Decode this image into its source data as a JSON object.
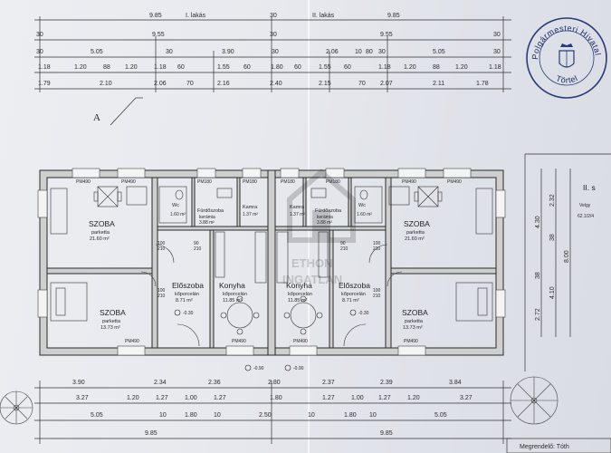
{
  "header": {
    "flat_1": "I. lakás",
    "flat_2": "II. lakás",
    "flat_1_width": "9.85",
    "flat_2_width": "9.85",
    "mid_30": "30",
    "rows": [
      [
        "30",
        "9.55",
        "30",
        "9.55",
        "30"
      ],
      [
        "30",
        "5.05",
        "30",
        "3.90",
        "30",
        "2.06",
        "10",
        "80",
        "30",
        "5.05",
        "30"
      ],
      [
        "1.18",
        "1.20",
        "88",
        "1.20",
        "1.18",
        "60",
        "1.55",
        "60",
        "1.80",
        "60",
        "1.55",
        "60",
        "1.18",
        "1.20",
        "88",
        "1.20",
        "1.18"
      ],
      [
        "1.79",
        "2.10",
        "2.06",
        "70",
        "2.16",
        "2.40",
        "2.15",
        "70",
        "2.07",
        "2.11",
        "1.78"
      ]
    ]
  },
  "section_marker": "A",
  "rooms": {
    "szoba_top_left": {
      "name": "SZOBA",
      "floor": "parketta",
      "area": "21.60 m²"
    },
    "szoba_top_right": {
      "name": "SZOBA",
      "floor": "parketta",
      "area": "21.60 m²"
    },
    "szoba_bottom_left": {
      "name": "SZOBA",
      "floor": "parketta",
      "area": "13.73 m²"
    },
    "szoba_bottom_right": {
      "name": "SZOBA",
      "floor": "parketta",
      "area": "13.73 m²"
    },
    "eloszoba_left": {
      "name": "Előszoba",
      "floor": "kőporcelán",
      "area": "8.71 m²"
    },
    "eloszoba_right": {
      "name": "Előszoba",
      "floor": "kőporcelán",
      "area": "8.71 m²"
    },
    "konyha_left": {
      "name": "Konyha",
      "floor": "kőporcelán",
      "area": "11.85 m²"
    },
    "konyha_right": {
      "name": "Konyha",
      "floor": "kőporcelán",
      "area": "11.85 m²"
    },
    "furdo_left": {
      "name": "Fürdőszoba",
      "floor": "kerámia",
      "area": "3.88 m²"
    },
    "furdo_right": {
      "name": "Fürdőszoba",
      "floor": "kerámia",
      "area": "3.88 m²"
    },
    "wc_left": {
      "name": "Wc",
      "area": "1.60 m²"
    },
    "wc_right": {
      "name": "Wc",
      "area": "1.60 m²"
    },
    "kamra_left": {
      "name": "Kamra",
      "area": "1.37 m²"
    },
    "kamra_right": {
      "name": "Kamra",
      "area": "1.37 m²"
    }
  },
  "windows": [
    "PM490",
    "PM490",
    "PM180",
    "PM180",
    "PM180",
    "PM180",
    "PM490",
    "PM490",
    "PM490",
    "PM490",
    "PM490",
    "PM490"
  ],
  "openings": [
    "100",
    "210",
    "100",
    "210",
    "90",
    "210",
    "90",
    "210",
    "100",
    "210",
    "100",
    "210"
  ],
  "levels": {
    "front": "-0.30",
    "front_right": "-0.30",
    "entry": "-0.90",
    "entry_right": "-0.90"
  },
  "footer": {
    "rows": [
      [
        "3.90",
        "2.34",
        "2.36",
        "2.80",
        "2.37",
        "2.39",
        "3.84"
      ],
      [
        "3.27",
        "1.20",
        "1.27",
        "1.00",
        "1.27",
        "1.80",
        "1.27",
        "1.00",
        "1.27",
        "1.20",
        "3.27"
      ],
      [
        "5.05",
        "10",
        "1.80",
        "10",
        "2.50",
        "10",
        "1.80",
        "10",
        "5.05"
      ],
      [
        "9.85",
        "9.85"
      ]
    ],
    "caption": "Megrendelő: Tóth"
  },
  "right_panel": {
    "title": "II. s",
    "dims": [
      "4.30",
      "2.32",
      "38",
      "8.00",
      "4.10",
      "38",
      "2.72"
    ],
    "notes": [
      "Velgy",
      "62.1/2/4"
    ]
  },
  "stamp": {
    "top": "Polgármesteri Hivatal",
    "bottom": "Törtel"
  },
  "watermark": {
    "line1": "ETHON",
    "line2": "INGATLAN"
  }
}
